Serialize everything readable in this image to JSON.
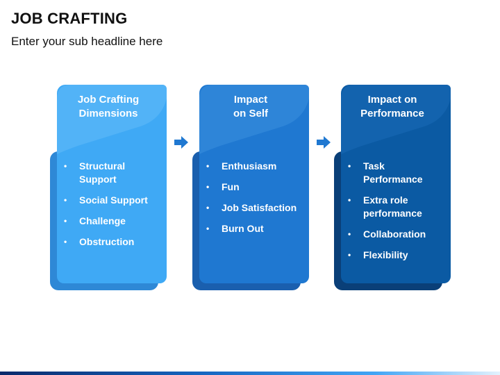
{
  "title": "JOB CRAFTING",
  "subtitle": "Enter your sub headline here",
  "cards": [
    {
      "heading": "Job Crafting\nDimensions",
      "items": [
        "Structural Support",
        "Social Support",
        "Challenge",
        "Obstruction"
      ],
      "colors": {
        "front": "#3fa9f5",
        "back": "#2e88d6",
        "fold": "#63bcf8"
      }
    },
    {
      "heading": "Impact\non Self",
      "items": [
        "Enthusiasm",
        "Fun",
        "Job Satisfaction",
        "Burn Out"
      ],
      "colors": {
        "front": "#1f78d1",
        "back": "#1a5fae",
        "fold": "#3a8fdf"
      }
    },
    {
      "heading": "Impact on\nPerformance",
      "items": [
        "Task Performance",
        "Extra role performance",
        "Collaboration",
        "Flexibility"
      ],
      "colors": {
        "front": "#0b5aa3",
        "back": "#0a3f78",
        "fold": "#1b6cb8"
      }
    }
  ],
  "arrow_color": "#1f78d1",
  "icons": {
    "arrow": "arrow-right-icon"
  }
}
